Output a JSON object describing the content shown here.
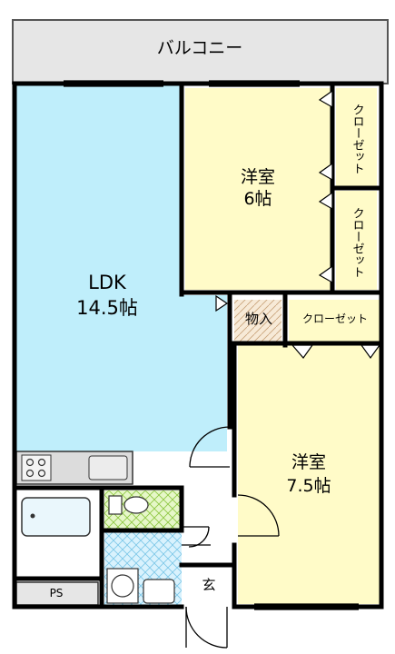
{
  "rooms": {
    "balcony": "バルコニー",
    "ldk_name": "LDK",
    "ldk_size": "14.5帖",
    "room1_name": "洋室",
    "room1_size": "6帖",
    "room2_name": "洋室",
    "room2_size": "7.5帖",
    "closet_upper": "クローゼット",
    "closet_lower": "クローゼット",
    "closet_mid": "クローゼット",
    "storage": "物入",
    "entrance": "玄",
    "ps": "PS"
  },
  "colors": {
    "ldk": "#bfeefb",
    "western_room": "#fffbc8",
    "balcony": "#e6e6e6",
    "wall": "#000000",
    "toilet_tile": "#d8f0b8",
    "wash_tile": "#cdeefc",
    "storage_floor": "#f2e4d0"
  }
}
